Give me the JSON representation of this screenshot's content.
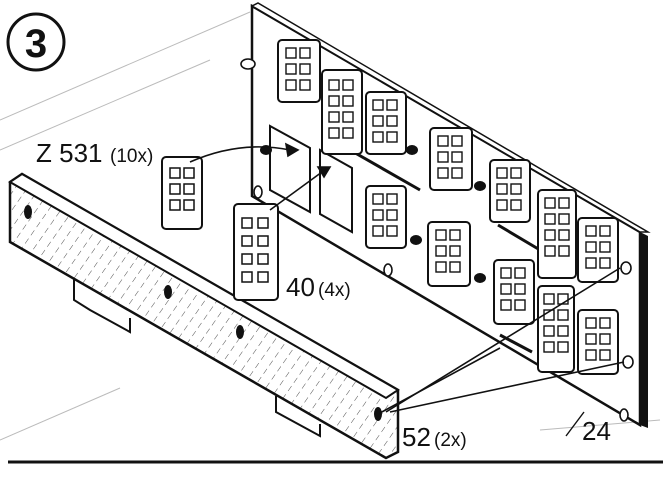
{
  "step": {
    "number": "3"
  },
  "labels": {
    "z531_code": "Z 531",
    "z531_qty": "(10x)",
    "p40_code": "40",
    "p40_qty": "(4x)",
    "p52_code": "52",
    "p52_qty": "(2x)",
    "p24_code": "24"
  }
}
